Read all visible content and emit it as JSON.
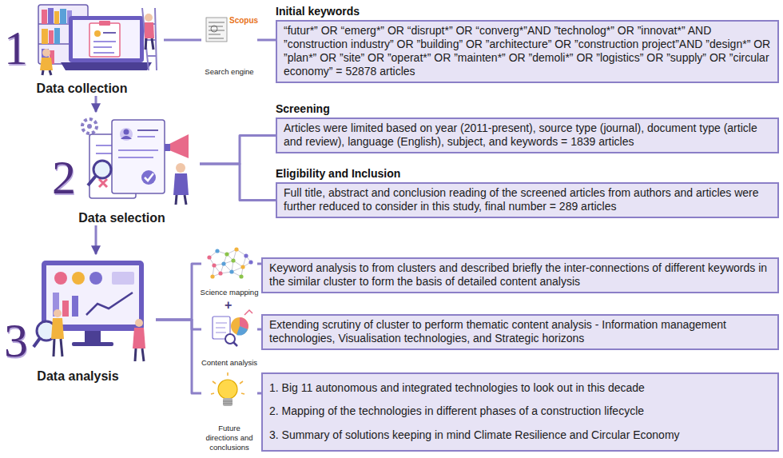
{
  "diagram": {
    "nodes": [
      {
        "text": [
          "1",
          "Data collection"
        ]
      },
      {
        "text": [
          "Search engine"
        ]
      },
      {
        "text": [
          "Initial keywords",
          "“futur*” OR “emerg*” OR “disrupt*” OR “converg*”AND ”technolog*” OR ”innovat*” AND ”construction industry” OR ”building” OR ”architecture” OR ”construction project”AND ”design*” OR ”plan*” OR ”site” OR ”operat*” OR ”mainten*” OR ”demoli*” OR ”logistics” OR ”supply” OR ”circular economy” = 52878 articles"
        ]
      },
      {
        "text": [
          "2",
          "Data selection"
        ]
      },
      {
        "text": [
          "Screening",
          "Articles were limited based on year (2011-present), source type (journal), document type (article and review), language (English), subject, and keywords = 1839 articles"
        ]
      },
      {
        "text": [
          "Eligibility and Inclusion",
          "Full title, abstract and conclusion reading of the screened articles from authors and articles were further reduced to consider in this study, final number = 289 articles"
        ]
      },
      {
        "text": [
          "3",
          "Data analysis"
        ]
      },
      {
        "text": [
          "Science mapping"
        ]
      },
      {
        "text": [
          "Keyword analysis to from clusters and described briefly the inter-connections of different keywords in the similar cluster to form the basis of detailed content analysis"
        ]
      },
      {
        "text": [
          "Content analysis"
        ]
      },
      {
        "text": [
          "Extending scrutiny of cluster to perform thematic content analysis - Information management technologies, Visualisation technologies, and Strategic horizons"
        ]
      },
      {
        "text": [
          "Future directions and conclusions"
        ]
      },
      {
        "text": [
          "1. Big 11 autonomous and integrated technologies to look out in this decade",
          "2. Mapping of the technologies in different phases of a construction lifecycle",
          "3. Summary of solutions keeping in mind Climate Resilience and Circular Economy"
        ]
      }
    ],
    "edges": [
      {
        "from": 0,
        "to": 1,
        "arrow": "none"
      },
      {
        "from": 1,
        "to": 2,
        "arrow": "none"
      },
      {
        "from": 0,
        "to": 3,
        "arrow": "to"
      },
      {
        "from": 3,
        "to": 4,
        "arrow": "none"
      },
      {
        "from": 3,
        "to": 5,
        "arrow": "none"
      },
      {
        "from": 3,
        "to": 6,
        "arrow": "to"
      },
      {
        "from": 6,
        "to": 7,
        "arrow": "none"
      },
      {
        "from": 7,
        "to": 8,
        "arrow": "none"
      },
      {
        "from": 6,
        "to": 9,
        "arrow": "none"
      },
      {
        "from": 9,
        "to": 10,
        "arrow": "none"
      },
      {
        "from": 6,
        "to": 11,
        "arrow": "none"
      },
      {
        "from": 11,
        "to": 12,
        "arrow": "none"
      }
    ],
    "labels": [
      "Scopus",
      "+"
    ]
  }
}
